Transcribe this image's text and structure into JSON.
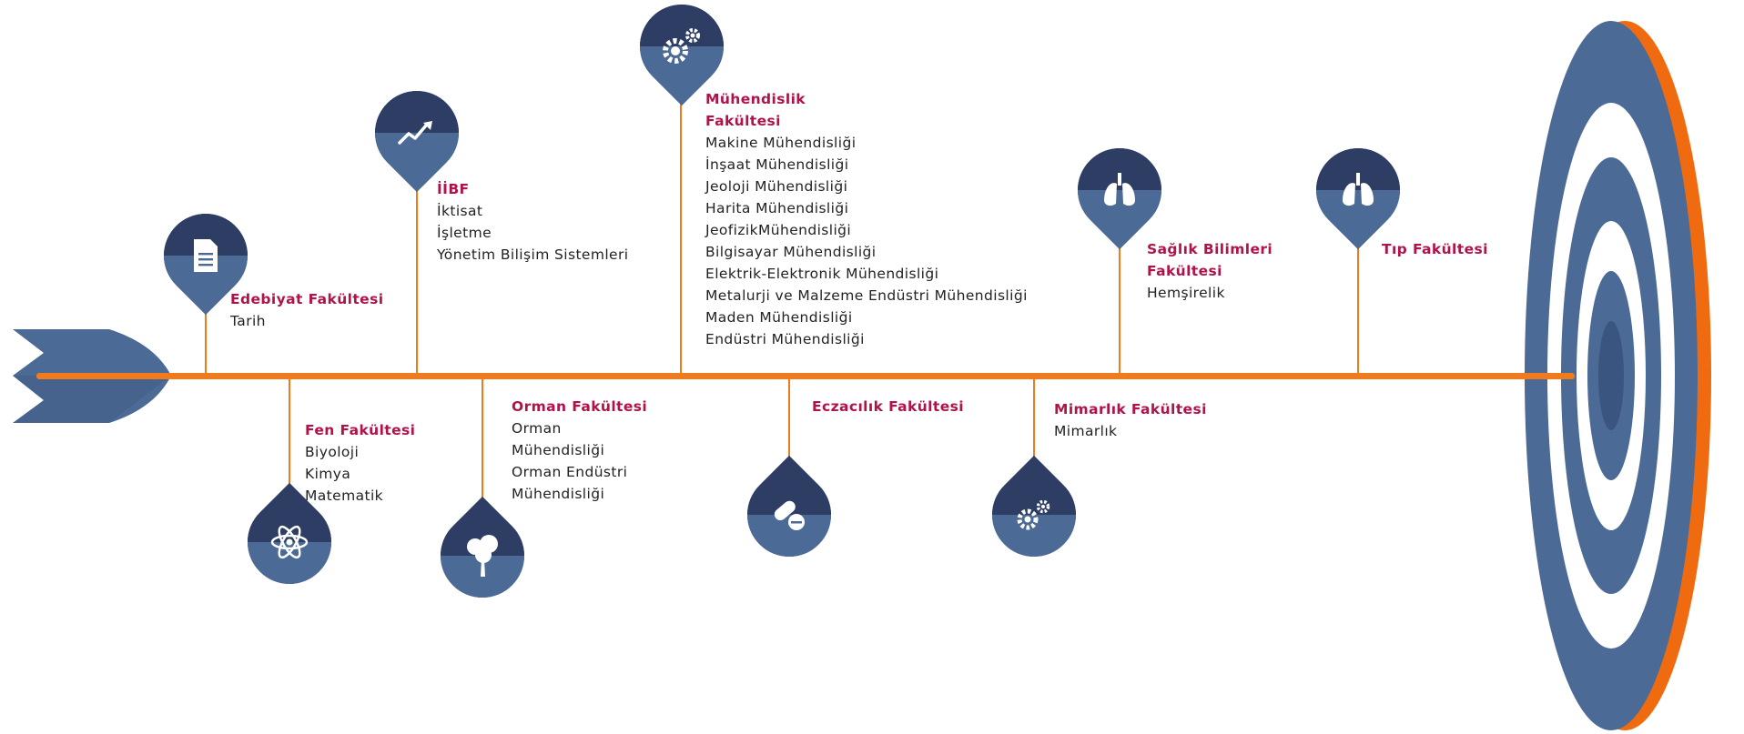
{
  "colors": {
    "axis": "#f07a1c",
    "title": "#b0134a",
    "pin_dark": "#2d3d63",
    "pin_light": "#4c6a96",
    "target_ring": "#4c6a96",
    "target_rim": "#f06a10"
  },
  "faculties": [
    {
      "key": "edebiyat",
      "icon": "document-icon",
      "title": "Edebiyat Fakültesi",
      "programs": [
        "Tarih"
      ]
    },
    {
      "key": "ibf",
      "icon": "trend-chart-icon",
      "title": "İİBF",
      "programs": [
        "İktisat",
        "İşletme",
        "Yönetim Bilişim Sistemleri"
      ]
    },
    {
      "key": "muhendislik",
      "icon": "gears-icon",
      "title_lines": [
        "Mühendislik",
        "Fakültesi"
      ],
      "programs": [
        "Makine Mühendisliği",
        "İnşaat Mühendisliği",
        "Jeoloji Mühendisliği",
        "Harita Mühendisliği",
        "JeofizikMühendisliği",
        "Bilgisayar Mühendisliği",
        "Elektrik-Elektronik Mühendisliği",
        "Metalurji ve Malzeme Endüstri Mühendisliği",
        "Maden Mühendisliği",
        "Endüstri Mühendisliği"
      ]
    },
    {
      "key": "saglik",
      "icon": "lungs-icon",
      "title_lines": [
        "Sağlık Bilimleri",
        "Fakültesi"
      ],
      "programs": [
        "Hemşirelik"
      ]
    },
    {
      "key": "tip",
      "icon": "lungs-icon",
      "title": "Tıp Fakültesi",
      "programs": []
    },
    {
      "key": "fen",
      "icon": "atom-icon",
      "title": "Fen Fakültesi",
      "programs": [
        "Biyoloji",
        "Kimya",
        "Matematik"
      ]
    },
    {
      "key": "orman",
      "icon": "tree-icon",
      "title": "Orman Fakültesi",
      "programs": [
        "Orman",
        "Mühendisliği",
        "Orman Endüstri",
        "Mühendisliği"
      ]
    },
    {
      "key": "eczacilik",
      "icon": "pills-icon",
      "title": "Eczacılık Fakültesi",
      "programs": []
    },
    {
      "key": "mimarlik",
      "icon": "gears-icon",
      "title": "Mimarlık Fakültesi",
      "programs": [
        "Mimarlık"
      ]
    }
  ]
}
